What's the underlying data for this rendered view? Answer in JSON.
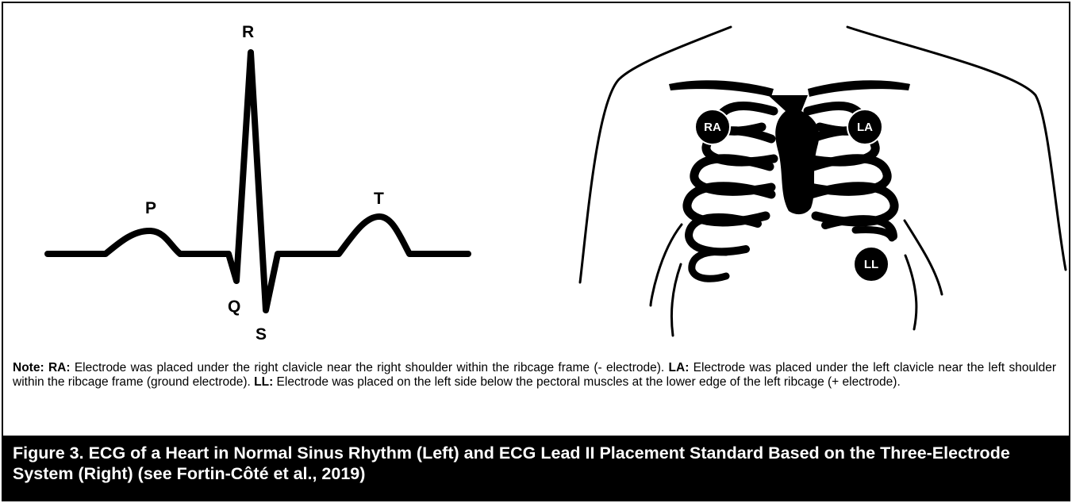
{
  "ecg": {
    "labels": {
      "p": "P",
      "q": "Q",
      "r": "R",
      "s": "S",
      "t": "T"
    }
  },
  "electrodes": {
    "ra": "RA",
    "la": "LA",
    "ll": "LL"
  },
  "note": {
    "lead": "Note:",
    "ra_key": "RA:",
    "ra_text": " Electrode was placed under the right clavicle near the right shoulder within the ribcage frame (- electrode). ",
    "la_key": "LA:",
    "la_text": " Electrode was placed under the left clavicle near the left shoulder within the ribcage frame (ground electrode). ",
    "ll_key": "LL:",
    "ll_text": " Electrode was placed on the left side below the pectoral muscles at the lower edge of the left ribcage (+ electrode)."
  },
  "caption": "Figure 3. ECG of a Heart in Normal Sinus Rhythm (Left) and ECG Lead II Placement Standard Based on the Three-Electrode System (Right) (see Fortin-Côté et al., 2019)",
  "colors": {
    "ink": "#000000",
    "paper": "#ffffff",
    "caption_text": "#ffffff"
  }
}
